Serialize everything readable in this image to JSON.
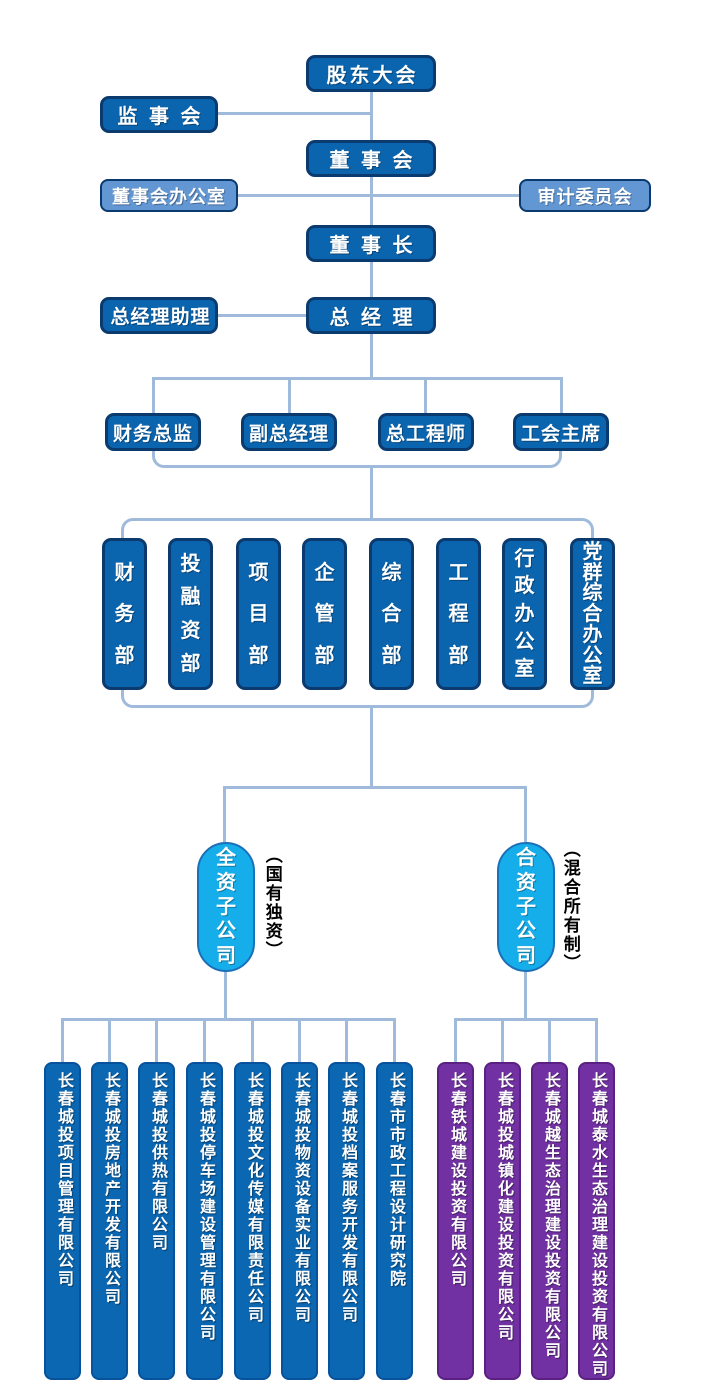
{
  "nodes": {
    "shareholders": "股东大会",
    "supervisory_board": "监 事 会",
    "board_of_directors": "董 事 会",
    "board_office": "董事会办公室",
    "audit_committee": "审计委员会",
    "chairman": "董 事 长",
    "gm_assistant": "总经理助理",
    "general_manager": "总 经 理"
  },
  "management": [
    "财务总监",
    "副总经理",
    "总工程师",
    "工会主席"
  ],
  "departments": [
    "财务部",
    "投融资部",
    "项目部",
    "企管部",
    "综合部",
    "工程部",
    "行政办公室",
    "党群综合办公室"
  ],
  "groups": {
    "wholly_owned": {
      "label": "全资子公司",
      "annotation": "（国有独资）"
    },
    "joint_venture": {
      "label": "合资子公司",
      "annotation": "（混合所有制）"
    }
  },
  "subsidiaries": {
    "wholly_owned": [
      "长春城投项目管理有限公司",
      "长春城投房地产开发有限公司",
      "长春城投供热有限公司",
      "长春城投停车场建设管理有限公司",
      "长春城投文化传媒有限责任公司",
      "长春城投物资设备实业有限公司",
      "长春城投档案服务开发有限公司",
      "长春市市政工程设计研究院"
    ],
    "joint_venture": [
      "长春铁城建设投资有限公司",
      "长春城投城镇化建设投资有限公司",
      "长春城越生态治理建设投资有限公司",
      "长春城泰水生态治理建设投资有限公司"
    ]
  },
  "colors": {
    "line": "#9fbada",
    "node_fill": "#0b64ae",
    "node_edge": "#0a3a6e",
    "node_light_fill": "#6397d3",
    "oval_fill": "#16aeea",
    "oval_edge": "#1a70b8",
    "sub_blue": "#0b67b2",
    "sub_blue_edge": "#07529a",
    "sub_purple": "#7231a2",
    "sub_purple_edge": "#5a2183",
    "annotation_text": "#000000"
  }
}
